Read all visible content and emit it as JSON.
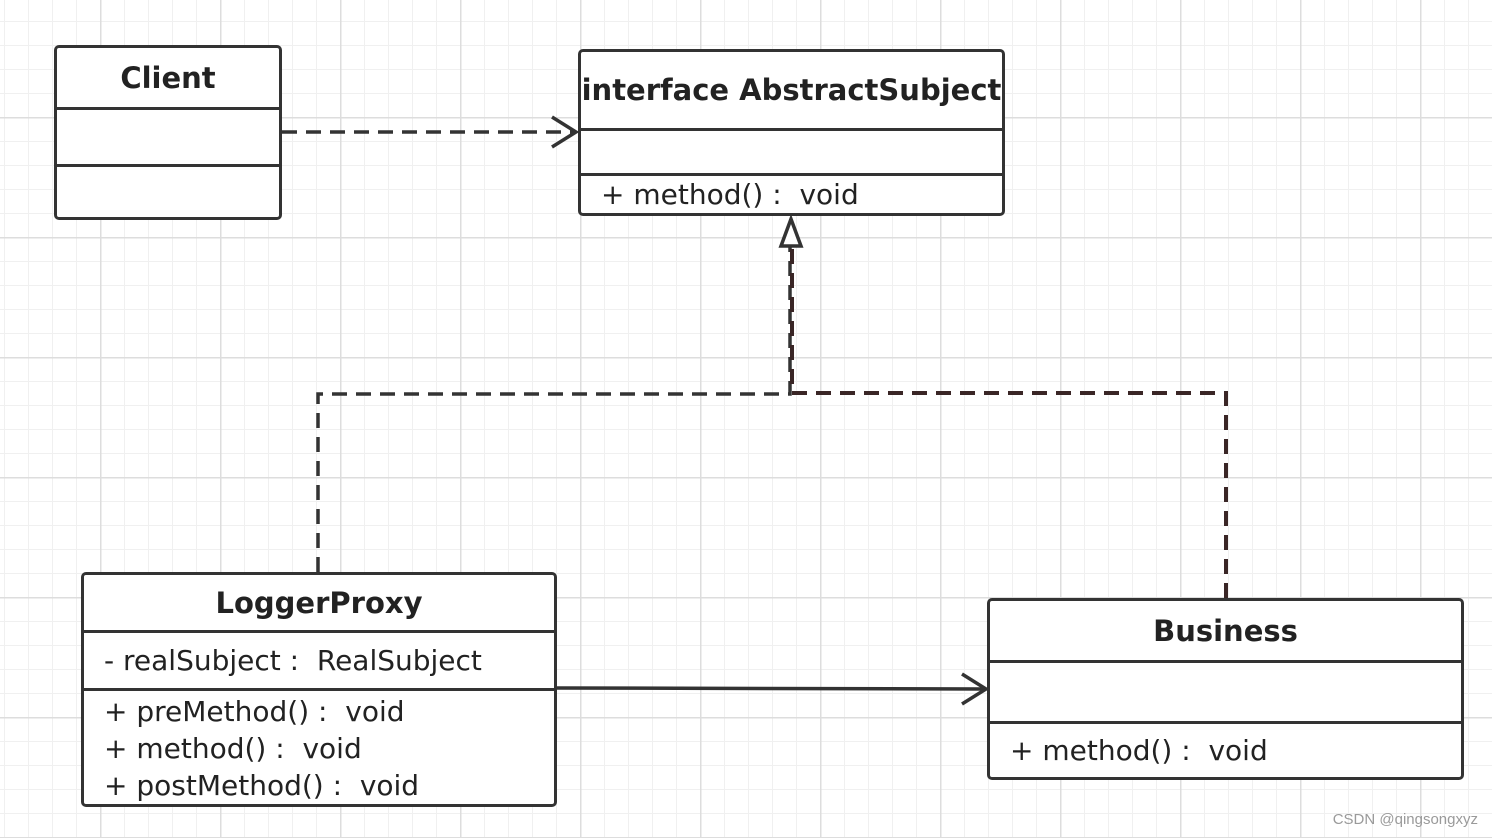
{
  "classes": {
    "client": {
      "name": "Client",
      "attributes": [],
      "methods": []
    },
    "abstract_subject": {
      "name": "interface AbstractSubject",
      "attributes": [],
      "methods": [
        "+ method() :  void"
      ]
    },
    "logger_proxy": {
      "name": "LoggerProxy",
      "attributes": [
        "- realSubject :  RealSubject"
      ],
      "methods": [
        "+ preMethod() :  void",
        "+ method() :  void",
        "+ postMethod() :  void"
      ]
    },
    "business": {
      "name": "Business",
      "attributes": [],
      "methods": [
        "+ method() :  void"
      ]
    }
  },
  "relationships": [
    {
      "from": "Client",
      "to": "interface AbstractSubject",
      "type": "dependency"
    },
    {
      "from": "LoggerProxy",
      "to": "interface AbstractSubject",
      "type": "realization"
    },
    {
      "from": "Business",
      "to": "interface AbstractSubject",
      "type": "realization"
    },
    {
      "from": "LoggerProxy",
      "to": "Business",
      "type": "association"
    }
  ],
  "colors": {
    "line": "#333333",
    "dashed_right_branch": "#3a2626",
    "grid_major": "#dddddd",
    "grid_minor": "#f0f0f0"
  },
  "watermark": "CSDN @qingsongxyz"
}
